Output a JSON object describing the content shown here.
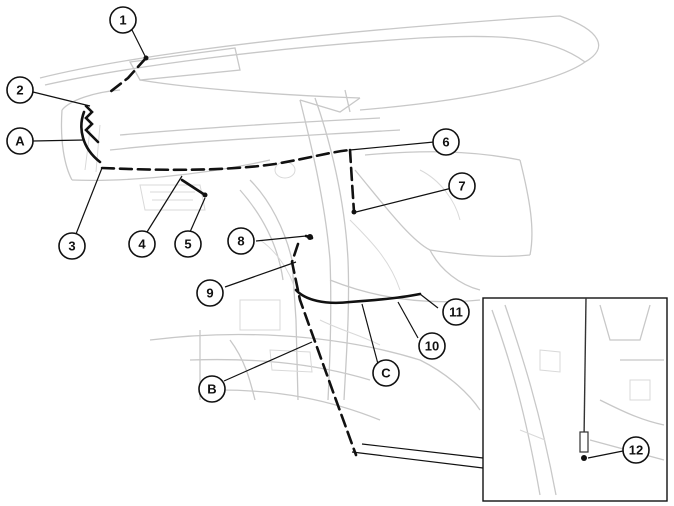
{
  "callouts": {
    "c1": "1",
    "c2": "2",
    "c3": "3",
    "c4": "4",
    "c5": "5",
    "c6": "6",
    "c7": "7",
    "c8": "8",
    "c9": "9",
    "c10": "10",
    "c11": "11",
    "c12": "12",
    "cA": "A",
    "cB": "B",
    "cC": "C"
  }
}
